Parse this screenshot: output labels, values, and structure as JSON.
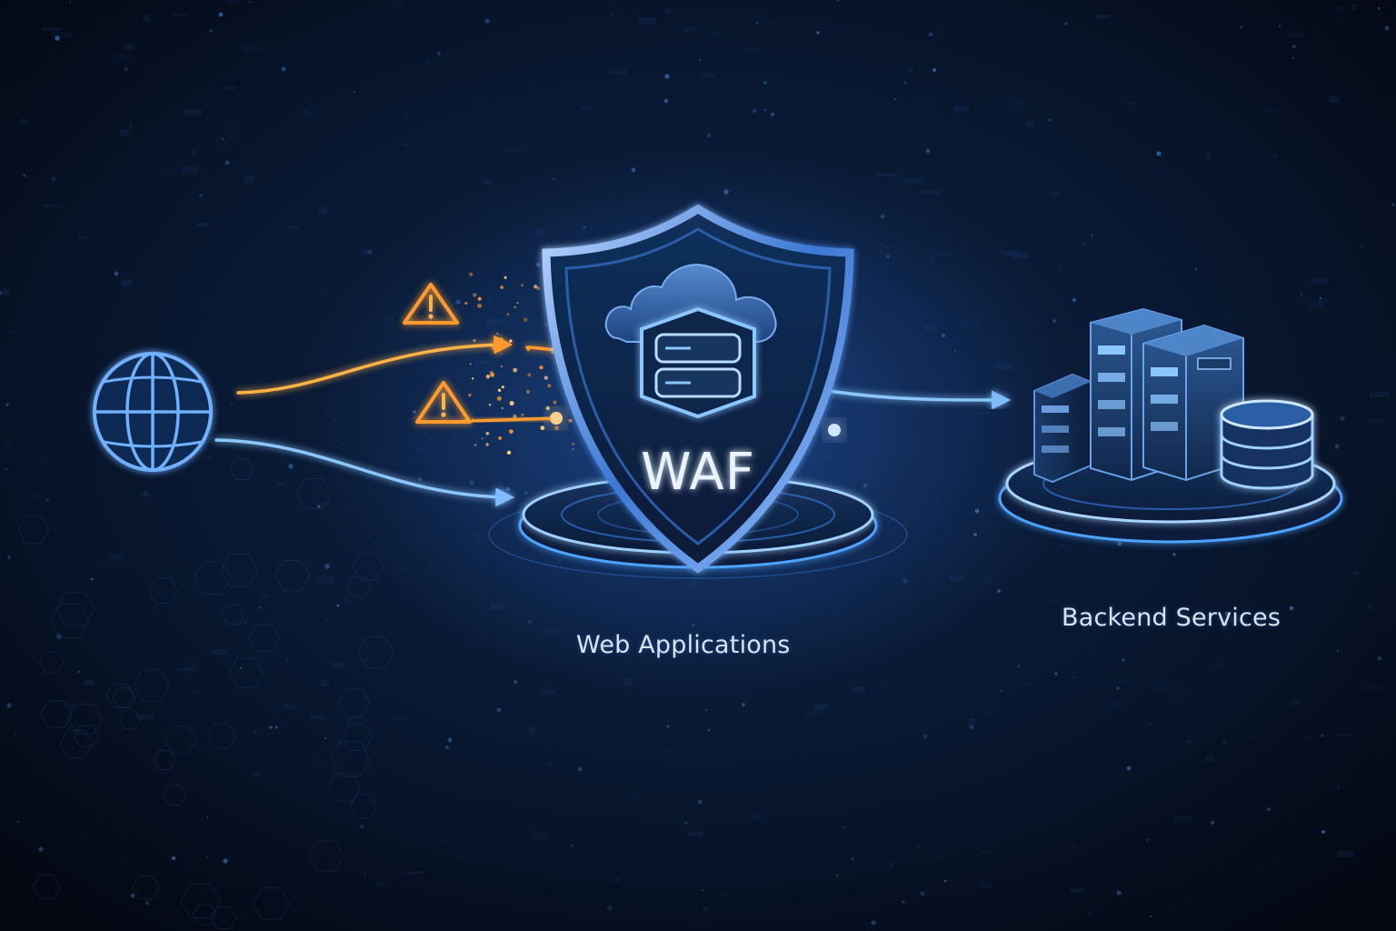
{
  "waf_text": "WAF",
  "labels": {
    "web_applications": "Web Applications",
    "backend_services": "Backend Services"
  },
  "colors": {
    "background": "#050d1c",
    "accent_blue": "#4da3ff",
    "threat_orange": "#ff8a1e",
    "shield_fill": "#0d2142",
    "text": "#d6e4f5"
  },
  "icons": {
    "source": "globe-icon",
    "threats": "warning-icon",
    "firewall": "shield-icon",
    "backend": "server-rack-icon",
    "storage": "database-icon"
  }
}
